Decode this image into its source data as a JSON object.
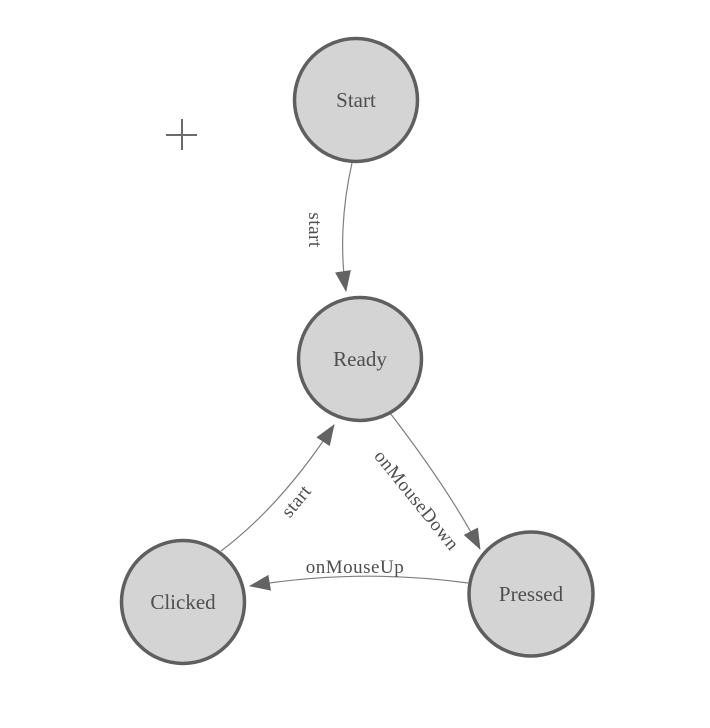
{
  "theme": {
    "background": "#ffffff",
    "node-fill": "#d4d4d4",
    "node-stroke": "#5f5f5f",
    "edge-color": "#7e7e7e",
    "arrow-color": "#636363",
    "label-color": "#4e4e4e",
    "crosshair-color": "#6b6b6b"
  },
  "diagram": {
    "type": "state-machine",
    "nodes": [
      {
        "id": "start",
        "label": "Start"
      },
      {
        "id": "ready",
        "label": "Ready"
      },
      {
        "id": "clicked",
        "label": "Clicked"
      },
      {
        "id": "pressed",
        "label": "Pressed"
      }
    ],
    "edges": [
      {
        "id": "start-to-ready",
        "label": "start",
        "from": "Start",
        "to": "Ready"
      },
      {
        "id": "ready-to-pressed",
        "label": "onMouseDown",
        "from": "Ready",
        "to": "Pressed"
      },
      {
        "id": "pressed-to-clicked",
        "label": "onMouseUp",
        "from": "Pressed",
        "to": "Clicked"
      },
      {
        "id": "clicked-to-ready",
        "label": "start",
        "from": "Clicked",
        "to": "Ready"
      }
    ]
  }
}
